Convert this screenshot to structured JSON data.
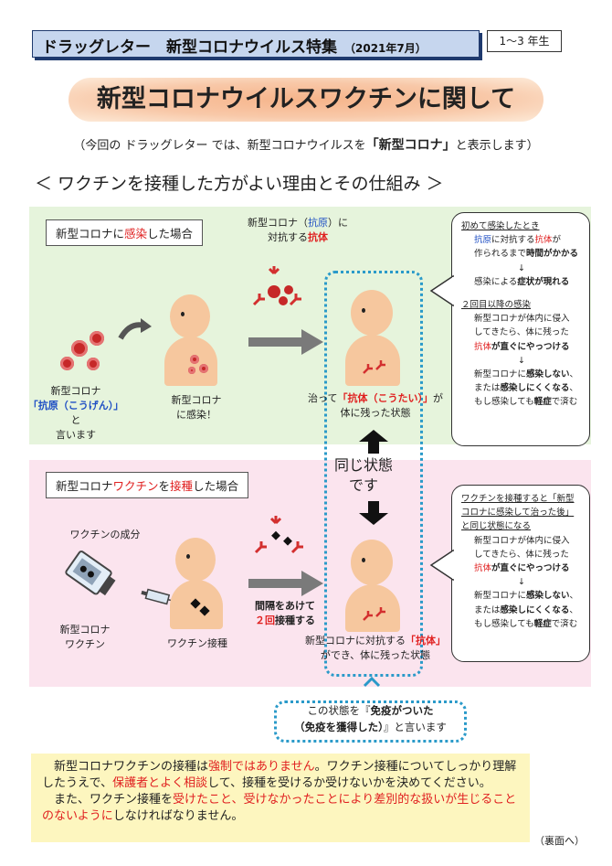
{
  "header": {
    "title": "ドラッグレター　新型コロナウイルス特集",
    "date": "（2021年7月）",
    "grade": "1〜3 年生"
  },
  "main_title": "新型コロナウイルスワクチンに関して",
  "note": {
    "pre": "（今回の ドラッグレター では、新型コロナウイルスを",
    "highlight": "「新型コロナ」",
    "post": "と表示します）"
  },
  "section_title": "＜ ワクチンを接種した方がよい理由とその仕組み ＞",
  "infection": {
    "label_pre": "新型コロナに",
    "label_red": "感染",
    "label_post": "した場合",
    "antibody_line1_pre": "新型コロナ（",
    "antibody_line1_blue": "抗原",
    "antibody_line1_post": "）に",
    "antibody_line2_pre": "対抗する",
    "antibody_line2_red": "抗体",
    "virus_cap1": "新型コロナ",
    "virus_cap2_blue": "「抗原（こうげん）」",
    "virus_cap2_post": "と",
    "virus_cap3": "言います",
    "infected_cap1": "新型コロナ",
    "infected_cap2": "に感染！",
    "cured_cap1_pre": "治って",
    "cured_cap1_red": "「抗体（こうたい）」",
    "cured_cap1_post": "が",
    "cured_cap2": "体に残った状態"
  },
  "bubble_infect": {
    "h1": "初めて感染したとき",
    "l1_blue": "抗原",
    "l1_mid": "に対抗する",
    "l1_red": "抗体",
    "l1_post": "が",
    "l2_pre": "作られるまで",
    "l2_b": "時間がかかる",
    "arrow": "↓",
    "l3_pre": "感染による",
    "l3_b": "症状が現れる",
    "h2": "２回目以降の感染",
    "l4": "新型コロナが体内に侵入",
    "l5": "してきたら、体に残った",
    "l6_red": "抗体",
    "l6_b": "が直ぐにやっつける",
    "l7_pre": "新型コロナに",
    "l7_b": "感染しない",
    "l7_post": "、",
    "l8_pre": "または",
    "l8_b": "感染しにくくなる",
    "l8_post": "、",
    "l9_pre": "もし感染しても",
    "l9_b": "軽症",
    "l9_post": "で済む"
  },
  "same_state": {
    "line1": "同じ状態",
    "line2": "です"
  },
  "vaccination": {
    "label_pre": "新型コロナ",
    "label_red1": "ワクチン",
    "label_mid": "を",
    "label_red2": "接種",
    "label_post": "した場合",
    "component": "ワクチンの成分",
    "vial_cap1": "新型コロナ",
    "vial_cap2": "ワクチン",
    "inject_cap": "ワクチン接種",
    "interval1": "間隔をあけて",
    "interval2_red": "２回",
    "interval2_b": "接種する",
    "result1_pre": "新型コロナに対抗する",
    "result1_red": "「抗体」",
    "result2": "ができ、体に残った状態"
  },
  "bubble_vac": {
    "h1a": "ワクチンを接種すると「新型",
    "h1b": "コロナに感染して治った後」",
    "h1c": "と同じ状態になる",
    "l4": "新型コロナが体内に侵入",
    "l5": "してきたら、体に残った",
    "l6_red": "抗体",
    "l6_b": "が直ぐにやっつける",
    "arrow": "↓",
    "l7_pre": "新型コロナに",
    "l7_b": "感染しない",
    "l7_post": "、",
    "l8_pre": "または",
    "l8_b": "感染しにくくなる",
    "l8_post": "、",
    "l9_pre": "もし感染しても",
    "l9_b": "軽症",
    "l9_post": "で済む"
  },
  "immunity": {
    "line1_pre": "この状態を『",
    "line1_b": "免疫がついた",
    "line2_b": "（免疫を獲得した）",
    "line2_post": "』と言います"
  },
  "footer": {
    "p1_a": "新型コロナワクチンの接種は",
    "p1_red": "強制ではありません",
    "p1_b": "。ワクチン接種について",
    "p1_c": "しっかり理解したうえで、",
    "p1_red2": "保護者とよく相談",
    "p1_d": "して、接種を受けるか受けないか",
    "p1_e": "を決めてください。",
    "p2_a": "また、ワクチン接種を",
    "p2_red": "受けたこと、受けなかったことにより差別的な扱いが",
    "p2_red2": "生じることのないように",
    "p2_b": "しなければなりません。"
  },
  "back_note": "（裏面へ）",
  "colors": {
    "accent_red": "#e02020",
    "accent_blue": "#1f4fc4",
    "infect_bg": "#e6f4dc",
    "vac_bg": "#fbe4ee",
    "footer_bg": "#fdf6bf"
  }
}
